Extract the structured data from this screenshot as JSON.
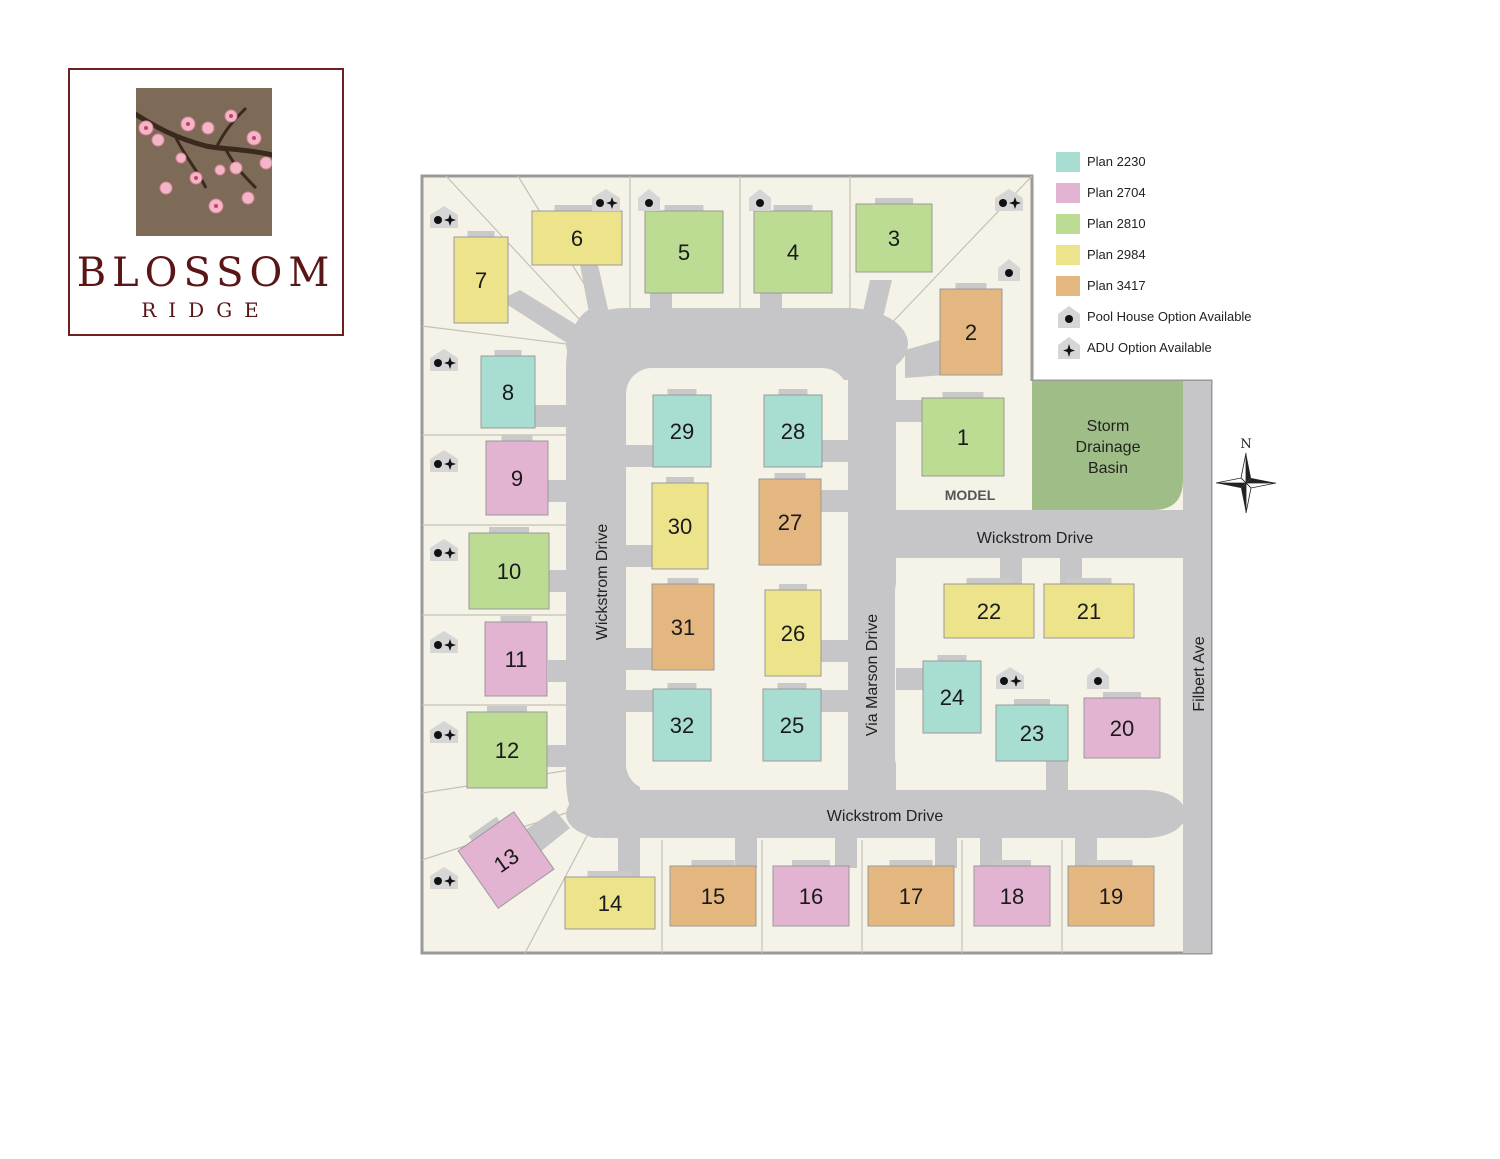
{
  "brand": {
    "name": "BLOSSOM",
    "subtitle": "RIDGE"
  },
  "legend": {
    "plans": [
      {
        "label": "Plan 2230",
        "color": "#a8ddd2"
      },
      {
        "label": "Plan 2704",
        "color": "#e3b3d2"
      },
      {
        "label": "Plan 2810",
        "color": "#bcdc94"
      },
      {
        "label": "Plan 2984",
        "color": "#ede38a"
      },
      {
        "label": "Plan 3417",
        "color": "#e3b77f"
      }
    ],
    "options": [
      {
        "label": "Pool House Option Available",
        "icon": "pool-house-icon"
      },
      {
        "label": "ADU Option Available",
        "icon": "adu-icon"
      }
    ]
  },
  "streets": {
    "wickstrom_west": "Wickstrom Drive",
    "wickstrom_north": "Wickstrom Drive",
    "wickstrom_south": "Wickstrom Drive",
    "via_marson": "Via Marson Drive",
    "filbert": "Filbert Ave"
  },
  "storm_basin": {
    "line1": "Storm",
    "line2": "Drainage",
    "line3": "Basin"
  },
  "model_label": "MODEL",
  "compass": {
    "north": "N"
  },
  "lots": [
    {
      "num": "1",
      "plan": "Plan 2810",
      "pool": false,
      "adu": false
    },
    {
      "num": "2",
      "plan": "Plan 3417",
      "pool": true,
      "adu": false
    },
    {
      "num": "3",
      "plan": "Plan 2810",
      "pool": true,
      "adu": true
    },
    {
      "num": "4",
      "plan": "Plan 2810",
      "pool": true,
      "adu": false
    },
    {
      "num": "5",
      "plan": "Plan 2810",
      "pool": true,
      "adu": false
    },
    {
      "num": "6",
      "plan": "Plan 2984",
      "pool": true,
      "adu": true
    },
    {
      "num": "7",
      "plan": "Plan 2984",
      "pool": true,
      "adu": true
    },
    {
      "num": "8",
      "plan": "Plan 2230",
      "pool": true,
      "adu": true
    },
    {
      "num": "9",
      "plan": "Plan 2704",
      "pool": true,
      "adu": true
    },
    {
      "num": "10",
      "plan": "Plan 2810",
      "pool": true,
      "adu": true
    },
    {
      "num": "11",
      "plan": "Plan 2704",
      "pool": true,
      "adu": true
    },
    {
      "num": "12",
      "plan": "Plan 2810",
      "pool": true,
      "adu": true
    },
    {
      "num": "13",
      "plan": "Plan 2704",
      "pool": true,
      "adu": true
    },
    {
      "num": "14",
      "plan": "Plan 2984",
      "pool": false,
      "adu": false
    },
    {
      "num": "15",
      "plan": "Plan 3417",
      "pool": false,
      "adu": false
    },
    {
      "num": "16",
      "plan": "Plan 2704",
      "pool": false,
      "adu": false
    },
    {
      "num": "17",
      "plan": "Plan 3417",
      "pool": false,
      "adu": false
    },
    {
      "num": "18",
      "plan": "Plan 2704",
      "pool": false,
      "adu": false
    },
    {
      "num": "19",
      "plan": "Plan 3417",
      "pool": false,
      "adu": false
    },
    {
      "num": "20",
      "plan": "Plan 2704",
      "pool": true,
      "adu": false
    },
    {
      "num": "21",
      "plan": "Plan 2984",
      "pool": false,
      "adu": false
    },
    {
      "num": "22",
      "plan": "Plan 2984",
      "pool": false,
      "adu": false
    },
    {
      "num": "23",
      "plan": "Plan 2230",
      "pool": true,
      "adu": true
    },
    {
      "num": "24",
      "plan": "Plan 2230",
      "pool": false,
      "adu": false
    },
    {
      "num": "25",
      "plan": "Plan 2230",
      "pool": false,
      "adu": false
    },
    {
      "num": "26",
      "plan": "Plan 2984",
      "pool": false,
      "adu": false
    },
    {
      "num": "27",
      "plan": "Plan 3417",
      "pool": false,
      "adu": false
    },
    {
      "num": "28",
      "plan": "Plan 2230",
      "pool": false,
      "adu": false
    },
    {
      "num": "29",
      "plan": "Plan 2230",
      "pool": false,
      "adu": false
    },
    {
      "num": "30",
      "plan": "Plan 2984",
      "pool": false,
      "adu": false
    },
    {
      "num": "31",
      "plan": "Plan 3417",
      "pool": false,
      "adu": false
    },
    {
      "num": "32",
      "plan": "Plan 2230",
      "pool": false,
      "adu": false
    }
  ]
}
